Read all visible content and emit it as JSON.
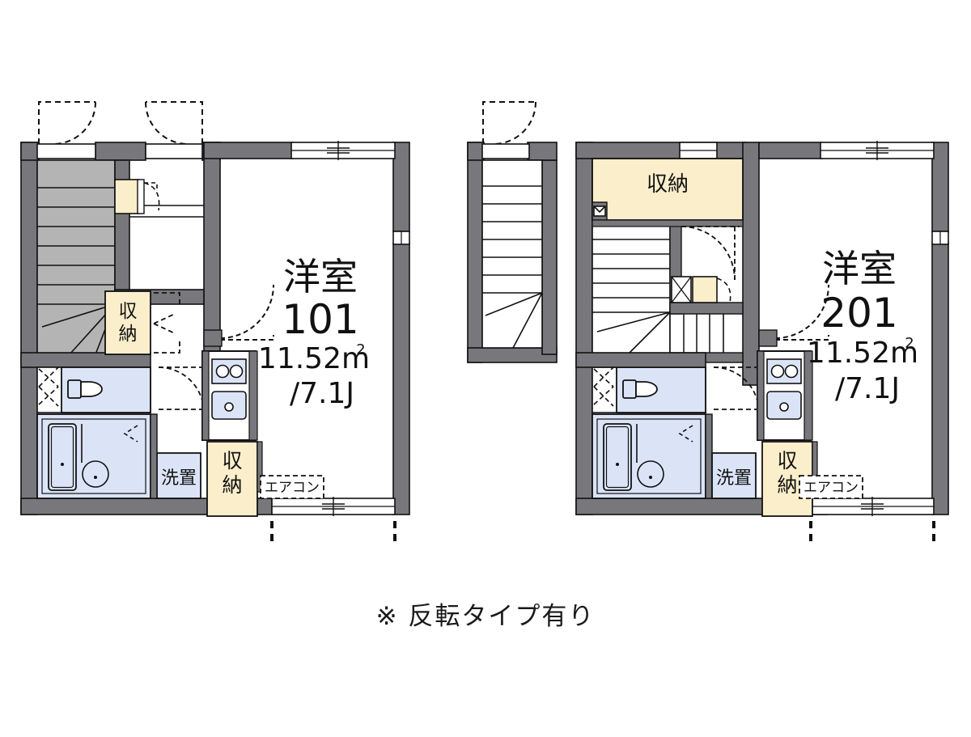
{
  "document": {
    "type": "floor-plan",
    "footnote": "※ 反転タイプ有り",
    "background_color": "#ffffff"
  },
  "palette": {
    "wall": "#78787c",
    "wall_stroke": "#111111",
    "storage_fill": "#fbeecb",
    "fixture_fill": "#dbe4f7",
    "stair_fill_gray": "#b4b4b4",
    "stair_fill_white": "#ffffff",
    "line": "#111111",
    "text": "#111111"
  },
  "units": [
    {
      "id": "unit-101",
      "room_type_label": "洋室",
      "room_number": "101",
      "area_sqm": "11.52m",
      "area_superscript": "2",
      "area_jo": "/7.1J",
      "features": {
        "storage_upper_label": "収納",
        "storage_lower_label": "収納",
        "washer_label": "洗置",
        "aircon_label": "エアコン"
      },
      "stairs_style": "gray-shaded",
      "has_detached_stair": false,
      "has_top_closet": false
    },
    {
      "id": "unit-201",
      "room_type_label": "洋室",
      "room_number": "201",
      "area_sqm": "11.52m",
      "area_superscript": "2",
      "area_jo": "/7.1J",
      "features": {
        "storage_top_label": "収納",
        "storage_lower_label": "収納",
        "washer_label": "洗置",
        "aircon_label": "エアコン"
      },
      "stairs_style": "white-outline",
      "has_detached_stair": true,
      "has_top_closet": true
    }
  ],
  "icons": {
    "stove": "stove-2-burner-icon",
    "sink": "kitchen-sink-icon",
    "toilet": "toilet-icon",
    "bathtub": "bathtub-icon",
    "mailbox": "mailbox-icon",
    "door_swing": "door-swing-icon",
    "window": "window-icon"
  }
}
